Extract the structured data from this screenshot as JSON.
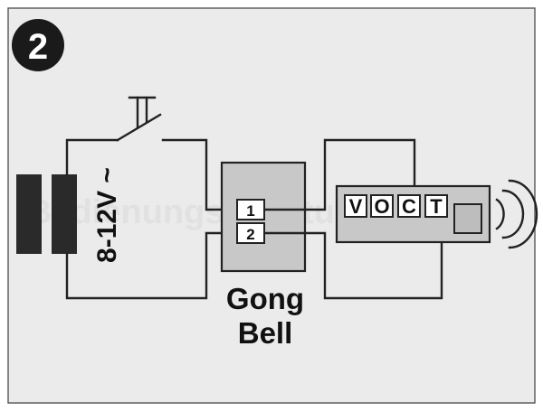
{
  "step_number": "2",
  "power_supply": {
    "voltage_label": "8-12V ~"
  },
  "gong_bell": {
    "label_line1": "Gong",
    "label_line2": "Bell",
    "terminals": [
      "1",
      "2"
    ]
  },
  "module": {
    "letters": [
      "V",
      "O",
      "C",
      "T"
    ]
  },
  "watermark": "Bedienungsanleitung24.de",
  "colors": {
    "panel": "#ebebeb",
    "device_fill": "#c8c8c8",
    "ink": "#222222",
    "badge": "#1a1a1a"
  }
}
